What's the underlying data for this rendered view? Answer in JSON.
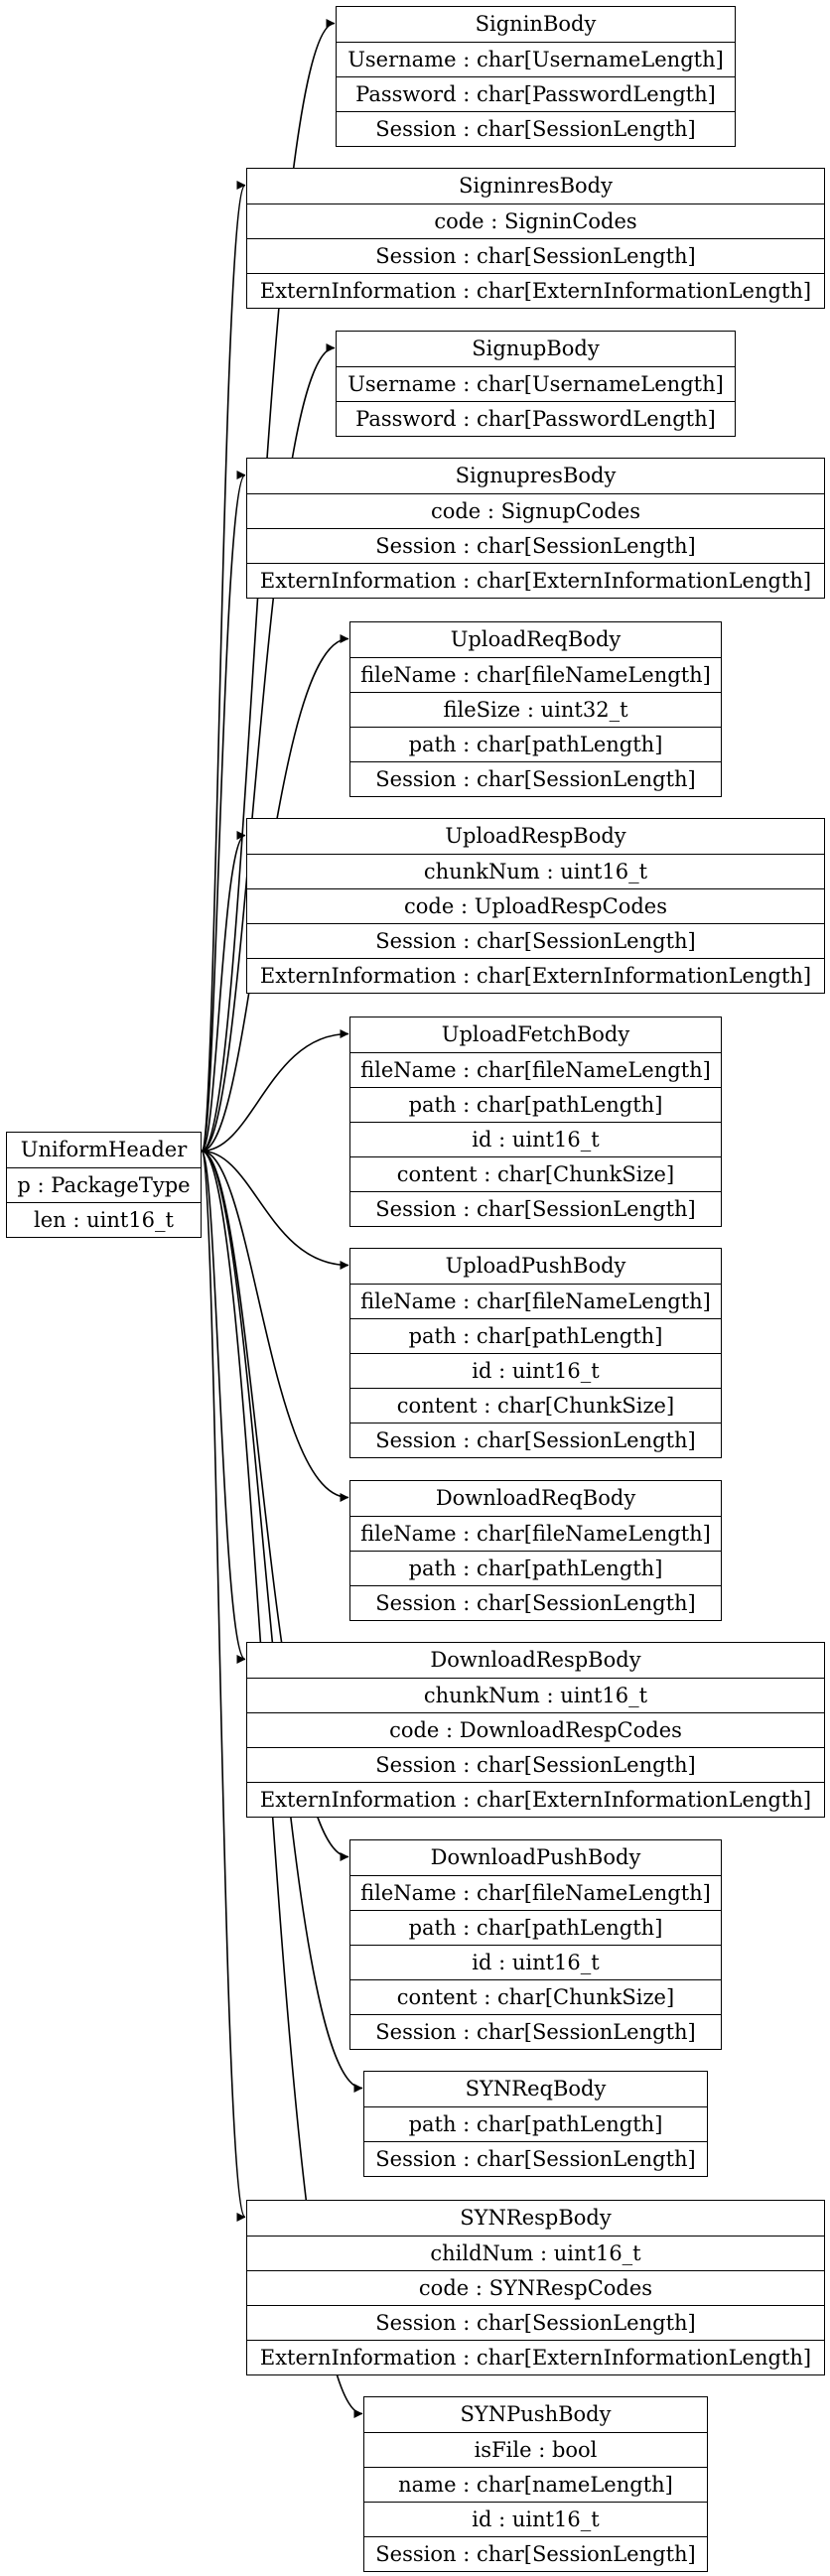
{
  "root": {
    "id": "UniformHeader",
    "title": "UniformHeader",
    "fields": [
      "p : PackageType",
      "len : uint16_t"
    ]
  },
  "nodes": [
    {
      "id": "SigninBody",
      "title": "SigninBody",
      "fields": [
        "Username : char[UsernameLength]",
        "Password : char[PasswordLength]",
        "Session : char[SessionLength]"
      ]
    },
    {
      "id": "SigninresBody",
      "title": "SigninresBody",
      "fields": [
        "code : SigninCodes",
        "Session : char[SessionLength]",
        "ExternInformation : char[ExternInformationLength]"
      ]
    },
    {
      "id": "SignupBody",
      "title": "SignupBody",
      "fields": [
        "Username : char[UsernameLength]",
        "Password : char[PasswordLength]"
      ]
    },
    {
      "id": "SignupresBody",
      "title": "SignupresBody",
      "fields": [
        "code : SignupCodes",
        "Session : char[SessionLength]",
        "ExternInformation : char[ExternInformationLength]"
      ]
    },
    {
      "id": "UploadReqBody",
      "title": "UploadReqBody",
      "fields": [
        "fileName : char[fileNameLength]",
        "fileSize : uint32_t",
        "path : char[pathLength]",
        "Session : char[SessionLength]"
      ]
    },
    {
      "id": "UploadRespBody",
      "title": "UploadRespBody",
      "fields": [
        "chunkNum : uint16_t",
        "code : UploadRespCodes",
        "Session : char[SessionLength]",
        "ExternInformation : char[ExternInformationLength]"
      ]
    },
    {
      "id": "UploadFetchBody",
      "title": "UploadFetchBody",
      "fields": [
        "fileName : char[fileNameLength]",
        "path : char[pathLength]",
        "id : uint16_t",
        "content : char[ChunkSize]",
        "Session : char[SessionLength]"
      ]
    },
    {
      "id": "UploadPushBody",
      "title": "UploadPushBody",
      "fields": [
        "fileName : char[fileNameLength]",
        "path : char[pathLength]",
        "id : uint16_t",
        "content : char[ChunkSize]",
        "Session : char[SessionLength]"
      ]
    },
    {
      "id": "DownloadReqBody",
      "title": "DownloadReqBody",
      "fields": [
        "fileName : char[fileNameLength]",
        "path : char[pathLength]",
        "Session : char[SessionLength]"
      ]
    },
    {
      "id": "DownloadRespBody",
      "title": "DownloadRespBody",
      "fields": [
        "chunkNum : uint16_t",
        "code : DownloadRespCodes",
        "Session : char[SessionLength]",
        "ExternInformation : char[ExternInformationLength]"
      ]
    },
    {
      "id": "DownloadPushBody",
      "title": "DownloadPushBody",
      "fields": [
        "fileName : char[fileNameLength]",
        "path : char[pathLength]",
        "id : uint16_t",
        "content : char[ChunkSize]",
        "Session : char[SessionLength]"
      ]
    },
    {
      "id": "SYNReqBody",
      "title": "SYNReqBody",
      "fields": [
        "path : char[pathLength]",
        "Session : char[SessionLength]"
      ]
    },
    {
      "id": "SYNRespBody",
      "title": "SYNRespBody",
      "fields": [
        "childNum : uint16_t",
        "code : SYNRespCodes",
        "Session : char[SessionLength]",
        "ExternInformation : char[ExternInformationLength]"
      ]
    },
    {
      "id": "SYNPushBody",
      "title": "SYNPushBody",
      "fields": [
        "isFile : bool",
        "name : char[nameLength]",
        "id : uint16_t",
        "Session : char[SessionLength]"
      ]
    }
  ],
  "edges": [
    {
      "from": "UniformHeader",
      "to": "SigninBody"
    },
    {
      "from": "UniformHeader",
      "to": "SigninresBody"
    },
    {
      "from": "UniformHeader",
      "to": "SignupBody"
    },
    {
      "from": "UniformHeader",
      "to": "SignupresBody"
    },
    {
      "from": "UniformHeader",
      "to": "UploadReqBody"
    },
    {
      "from": "UniformHeader",
      "to": "UploadRespBody"
    },
    {
      "from": "UniformHeader",
      "to": "UploadFetchBody"
    },
    {
      "from": "UniformHeader",
      "to": "UploadPushBody"
    },
    {
      "from": "UniformHeader",
      "to": "DownloadReqBody"
    },
    {
      "from": "UniformHeader",
      "to": "DownloadRespBody"
    },
    {
      "from": "UniformHeader",
      "to": "DownloadPushBody"
    },
    {
      "from": "UniformHeader",
      "to": "SYNReqBody"
    },
    {
      "from": "UniformHeader",
      "to": "SYNRespBody"
    },
    {
      "from": "UniformHeader",
      "to": "SYNPushBody"
    }
  ]
}
